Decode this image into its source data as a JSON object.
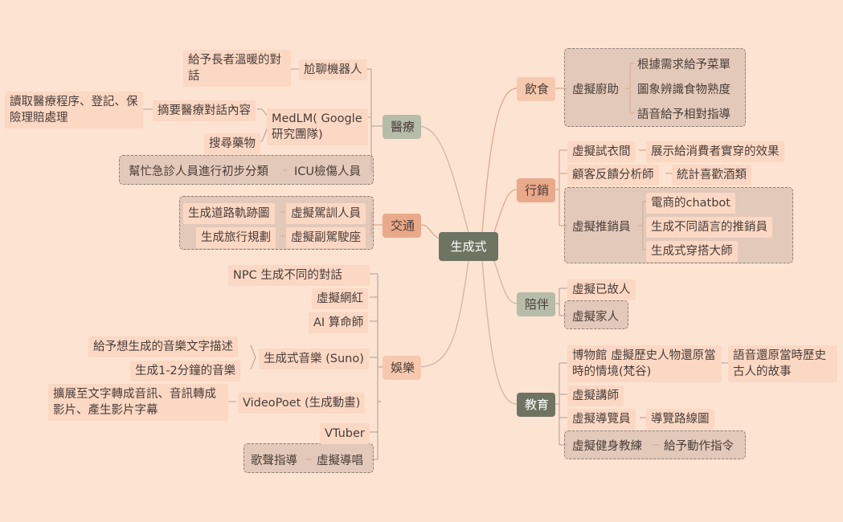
{
  "center": "生成式",
  "colors": {
    "background": "#fde3d2",
    "root": "#6e7462",
    "main_green": "#b5bda8",
    "main_orange": "#e9a98b",
    "main_peach": "#f6c9af",
    "line_left": "#b7a79e",
    "line_right": "#d4a58d"
  },
  "left": {
    "medical": {
      "label": "醫療",
      "chatbot": "尬聊機器人",
      "chatbot_desc": "給予長者溫暖的對話",
      "medlm": "MedLM( Google研究團隊)",
      "summary": "摘要醫療對話內容",
      "admin": "讀取醫療程序、登記、保險理賠處理",
      "drug": "搜尋藥物",
      "icu": "ICU檢傷人員",
      "triage": "幫忙急診人員進行初步分類"
    },
    "traffic": {
      "label": "交通",
      "instructor": "虛擬駕訓人員",
      "track": "生成道路軌跡圖",
      "copilot": "虛擬副駕駛座",
      "trip": "生成旅行規劃"
    },
    "entertainment": {
      "label": "娛樂",
      "npc": "NPC 生成不同的對話",
      "influencer": "虛擬網紅",
      "fortune": "AI 算命師",
      "suno": "生成式音樂 (Suno)",
      "suno_1": "給予想生成的音樂文字描述",
      "suno_2": "生成1-2分鐘的音樂",
      "videopoet": "VideoPoet (生成動畫)",
      "videopoet_1": "擴展至文字轉成音訊、音訊轉成影片、產生影片字幕",
      "vtuber": "VTuber",
      "guide": "虛擬導唱",
      "guide_1": "歌聲指導"
    }
  },
  "right": {
    "food": {
      "label": "飲食",
      "chef": "虛擬廚助",
      "items": [
        "根據需求給予菜單",
        "圖象辨識食物熟度",
        "語音給予相對指導"
      ]
    },
    "marketing": {
      "label": "行銷",
      "fitting": "虛擬試衣間",
      "fitting_1": "展示給消費者實穿的效果",
      "feedback": "顧客反饋分析師",
      "feedback_1": "統計喜歡酒類",
      "sales": "虛擬推銷員",
      "sales_items": [
        "電商的chatbot",
        "生成不同語言的推銷員",
        "生成式穿搭大師"
      ]
    },
    "companion": {
      "label": "陪伴",
      "items": [
        "虛擬已故人",
        "虛擬家人"
      ]
    },
    "education": {
      "label": "教育",
      "museum": "博物館 虛擬歷史人物還原當時的情境(梵谷)",
      "museum_1": "語音還原當時歷史古人的故事",
      "lecturer": "虛擬講師",
      "tour": "虛擬導覽員",
      "tour_1": "導覽路線圖",
      "fitness": "虛擬健身教練",
      "fitness_1": "給予動作指令"
    }
  }
}
